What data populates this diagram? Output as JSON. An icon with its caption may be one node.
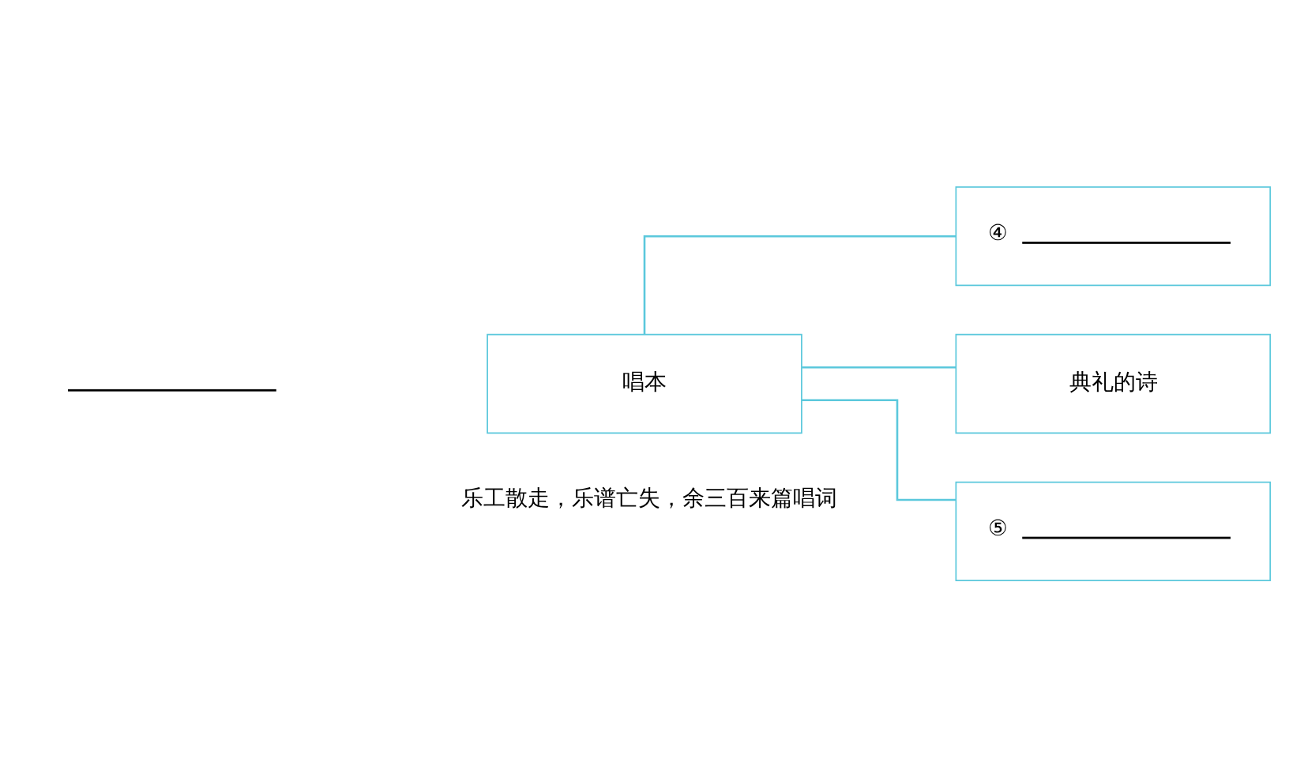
{
  "diagram": {
    "nodes": [
      {
        "text": [
          "唱本"
        ]
      },
      {
        "text": [
          "④"
        ]
      },
      {
        "text": [
          "典礼的诗"
        ]
      },
      {
        "text": [
          "⑤"
        ]
      }
    ],
    "edges": [
      {
        "from": 0,
        "to": 1,
        "arrow": "none"
      },
      {
        "from": 0,
        "to": 2,
        "arrow": "none"
      },
      {
        "from": 0,
        "to": 3,
        "arrow": "none"
      }
    ],
    "labels": [
      "乐工散走，乐谱亡失，余三百来篇唱词"
    ]
  }
}
